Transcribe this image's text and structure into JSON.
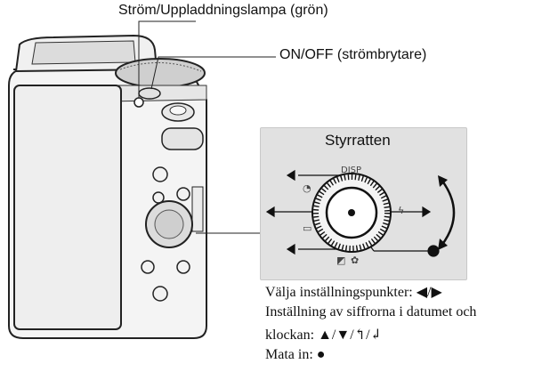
{
  "labels": {
    "power_lamp": "Ström/Uppladdningslampa (grön)",
    "onoff": "ON/OFF (strömbrytare)"
  },
  "panel": {
    "title": "Styrratten",
    "disp": "DISP"
  },
  "instructions": {
    "select_label": "Välja inställningspunkter: ",
    "select_symbols": "◀/▶",
    "datetime_line1": "Inställning av siffrorna i datumet och",
    "datetime_label": "klockan: ",
    "datetime_symbols": "▲/▼/↰/↲",
    "enter_label": "Mata in: ",
    "enter_symbol": "●"
  },
  "icons": [
    "self-timer-icon",
    "continuous-shooting-icon",
    "flash-icon",
    "exposure-comp-icon",
    "photo-creativity-icon",
    "rotate-arrow-icon"
  ]
}
